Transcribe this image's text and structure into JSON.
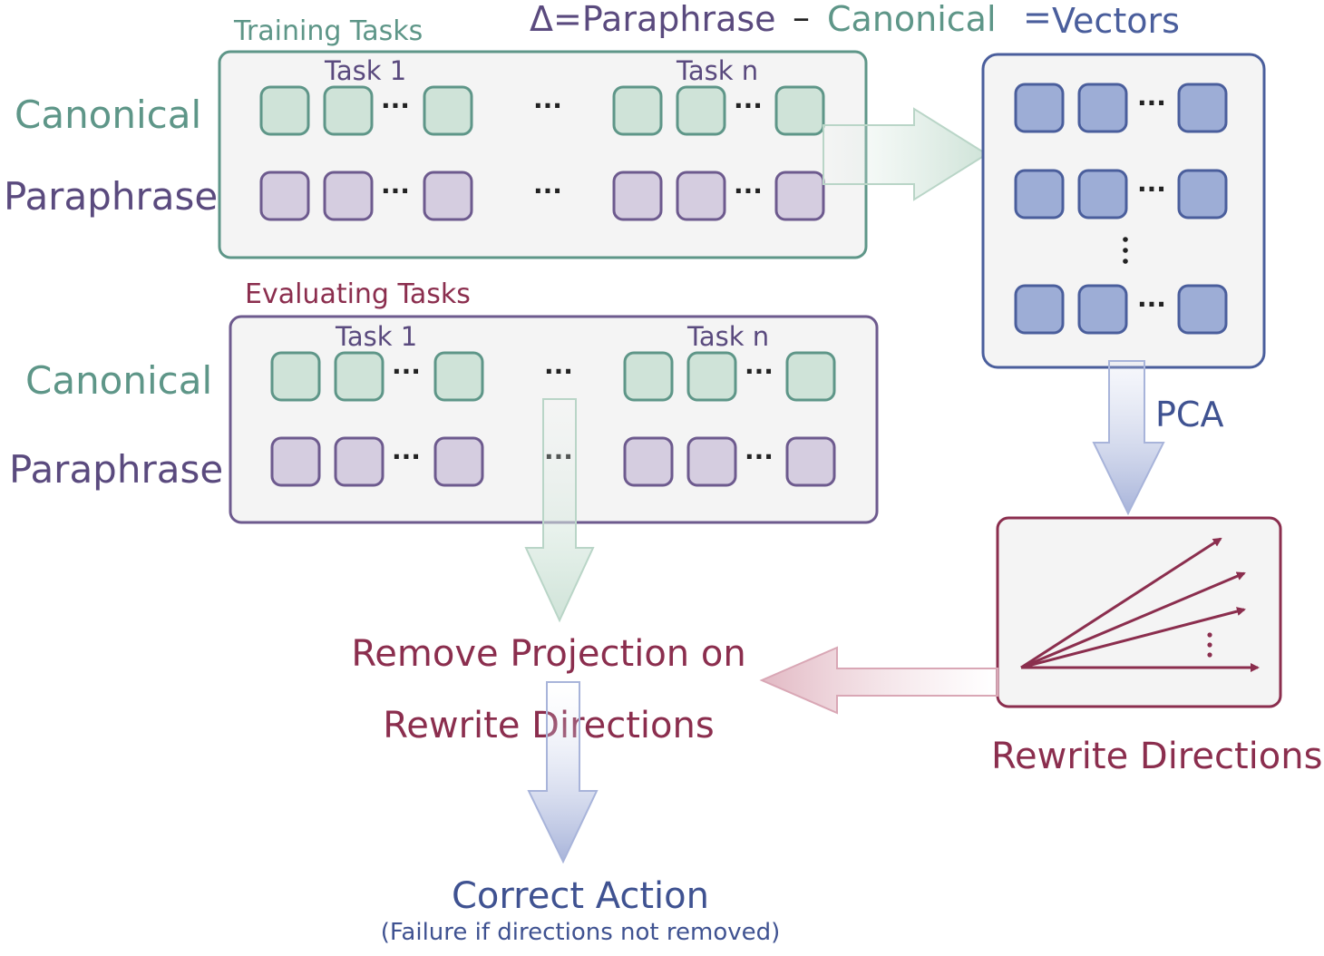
{
  "title": {
    "delta": "Δ=Paraphrase",
    "minus": "–",
    "canonical": "Canonical",
    "equals": "=",
    "vectors": "Vectors"
  },
  "training": {
    "label": "Training Tasks",
    "task_first": "Task 1",
    "task_last": "Task n",
    "row_canonical": "Canonical",
    "row_paraphrase": "Paraphrase"
  },
  "evaluating": {
    "label": "Evaluating Tasks",
    "task_first": "Task 1",
    "task_last": "Task n",
    "row_canonical": "Canonical",
    "row_paraphrase": "Paraphrase"
  },
  "pca_label": "PCA",
  "rewrite_directions_label": "Rewrite Directions",
  "remove_projection": {
    "line1": "Remove Projection on",
    "line2": "Rewrite Directions"
  },
  "outcome": {
    "title": "Correct Action",
    "note": "(Failure if directions not removed)"
  },
  "ellipsis": "···",
  "colors": {
    "canonical": "#5e9688",
    "paraphrase": "#5a4a7e",
    "vectors": "#4a5e9c",
    "evaluating": "#8b2e4e",
    "canonical_fill": "#cfe3d8",
    "paraphrase_fill": "#d5cde0",
    "vector_fill": "#9dadd6"
  }
}
